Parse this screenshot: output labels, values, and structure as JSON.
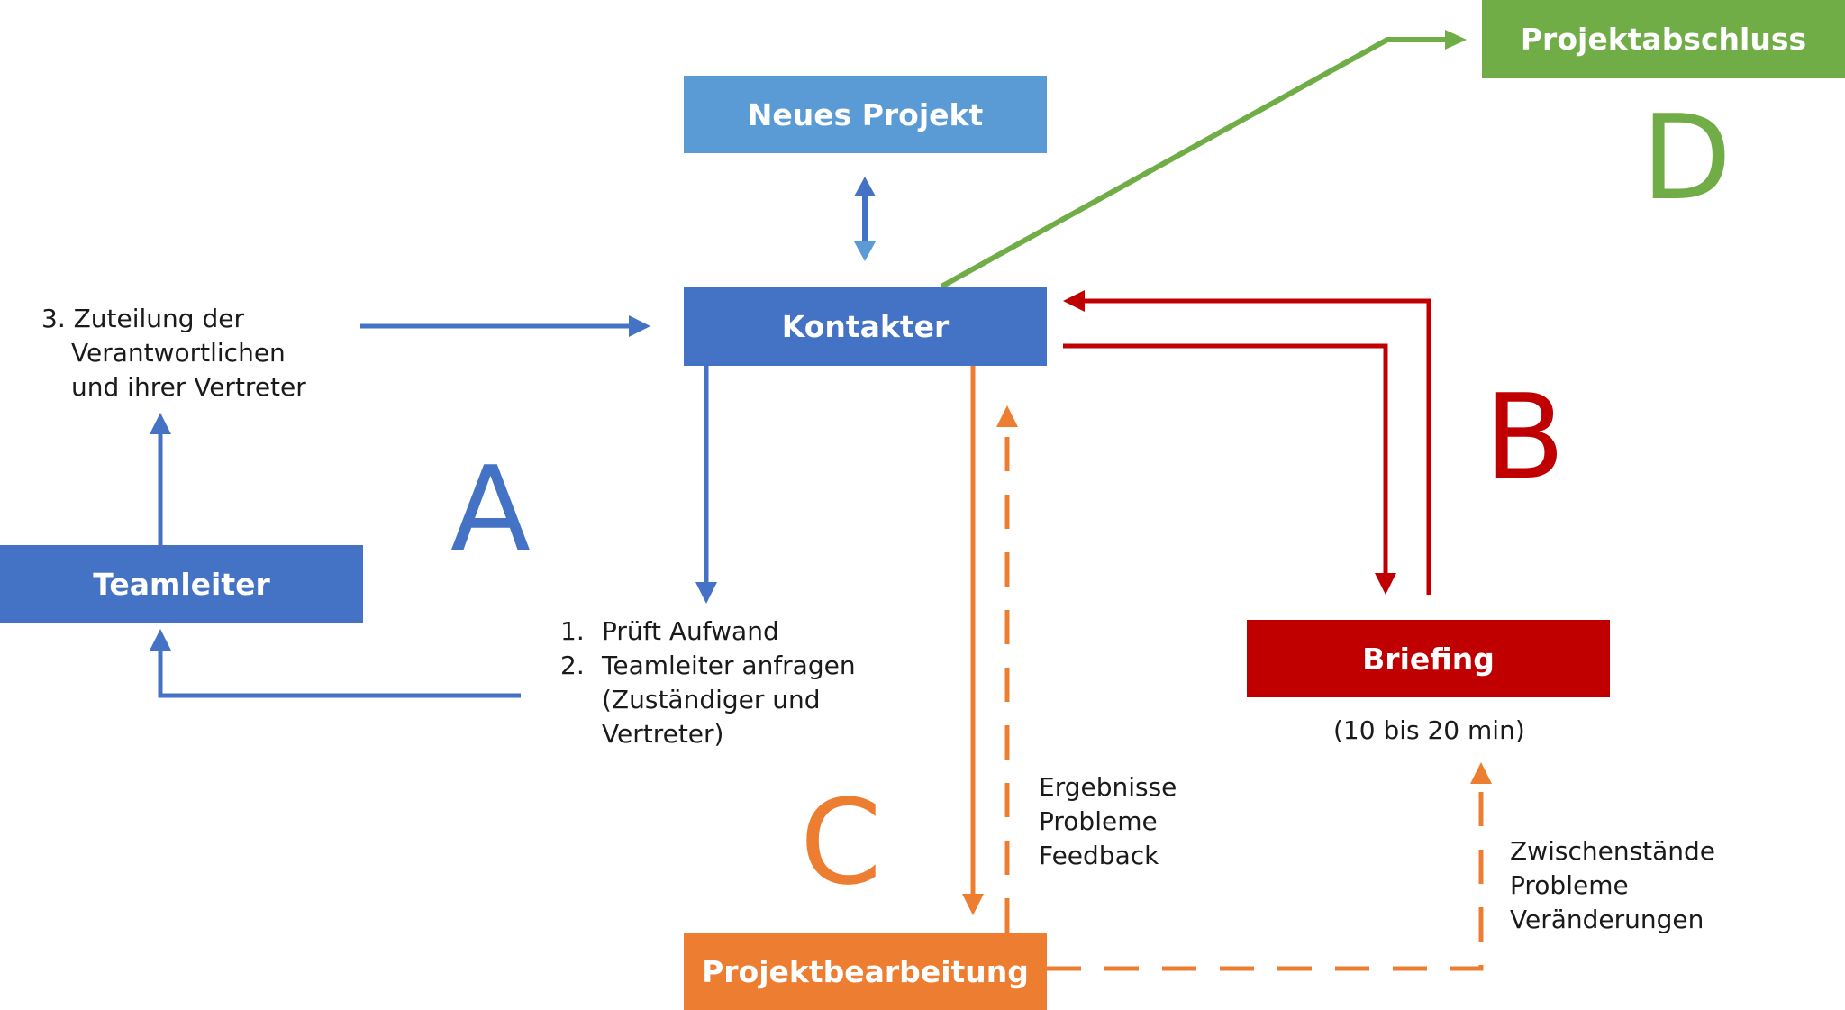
{
  "colors": {
    "blue_light": "#5b9bd5",
    "blue": "#4472c4",
    "red": "#c00000",
    "orange": "#ed7d31",
    "green": "#70ad47"
  },
  "boxes": {
    "neues_projekt": "Neues Projekt",
    "kontakter": "Kontakter",
    "teamleiter": "Teamleiter",
    "briefing": "Briefing",
    "projektbearbeitung": "Projektbearbeitung",
    "projektabschluss": "Projektabschluss"
  },
  "letters": {
    "a": "A",
    "b": "B",
    "c": "C",
    "d": "D"
  },
  "texts": {
    "zuteilung_lines": [
      "3. Zuteilung der",
      "Verantwortlichen",
      "und ihrer Vertreter"
    ],
    "steps": [
      {
        "num": "1.",
        "lines": [
          "Prüft Aufwand"
        ]
      },
      {
        "num": "2.",
        "lines": [
          "Teamleiter anfragen",
          "(Zuständiger und",
          "Vertreter)"
        ]
      }
    ],
    "briefing_duration": "(10 bis 20 min)",
    "ergebnisse_lines": [
      "Ergebnisse",
      "Probleme",
      "Feedback"
    ],
    "zwischen_lines": [
      "Zwischenstände",
      "Probleme",
      "Veränderungen"
    ]
  }
}
